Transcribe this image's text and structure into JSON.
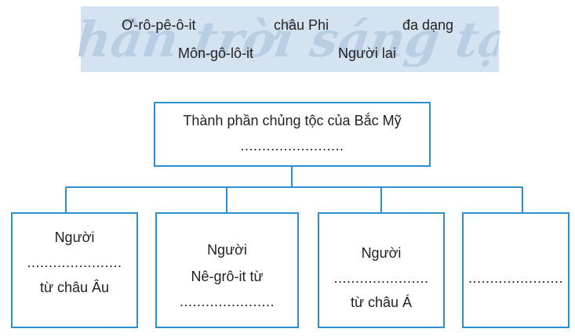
{
  "word_bank": {
    "watermark": "Chân trời sáng tạo",
    "words": [
      "Ơ-rô-pê-ô-it",
      "châu Phi",
      "đa dạng",
      "Môn-gô-lô-it",
      "Người lai"
    ]
  },
  "root": {
    "title": "Thành phần chủng tộc của Bắc Mỹ",
    "blank": "........................"
  },
  "children": [
    {
      "lines": [
        "Người",
        "......................",
        "từ châu Âu"
      ]
    },
    {
      "lines": [
        "Người",
        "Nê-grô-it từ",
        "......................"
      ]
    },
    {
      "lines": [
        "Người",
        "......................",
        "từ châu Á"
      ]
    },
    {
      "lines": [
        "......................"
      ]
    }
  ]
}
